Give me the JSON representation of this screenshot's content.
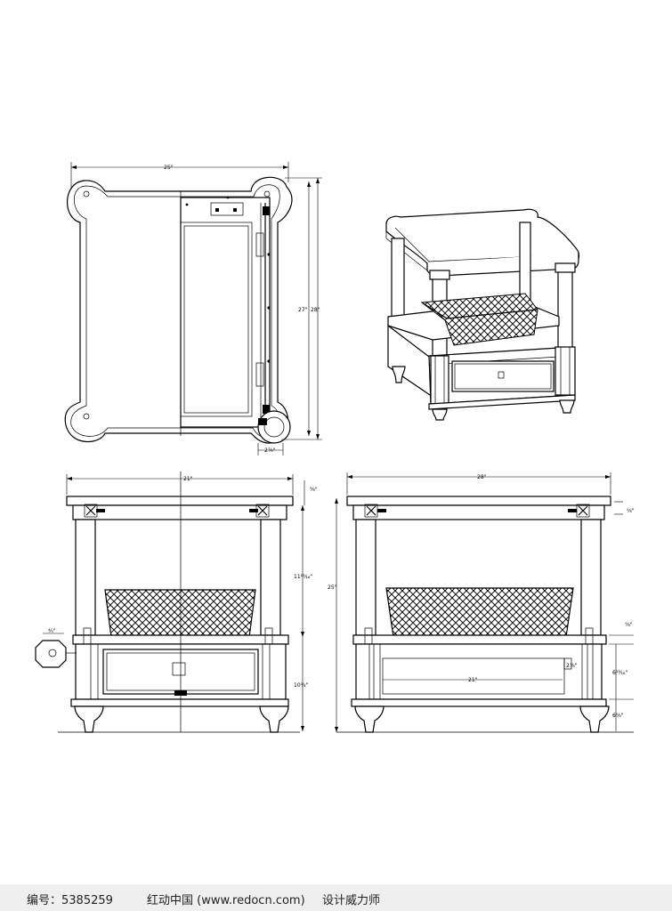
{
  "dimensions": {
    "top_width": "25\"",
    "top_depth_outer": "28\"",
    "top_depth_inner": "27\"",
    "corner": "2⅞\"",
    "front_width": "21\"",
    "side_width": "28\"",
    "top_thickness": "⅝\"",
    "side_top": "⅝\"",
    "upper_height": "11¹³⁄₁₆\"",
    "total_height": "25\"",
    "drawer_height": "10¾\"",
    "leg_detail": "⁴⁄₅\"",
    "shelf_thickness": "⅝\"",
    "drawer_inner_width": "21\"",
    "drawer_offset": "2⅞\"",
    "drawer_front_h": "6¹³⁄₁₆\"",
    "foot_height": "6⅝\""
  },
  "footer": {
    "id_label": "编号：5385259",
    "site": "红动中国 (www.redocn.com)",
    "slogan": "设计威力师"
  },
  "colors": {
    "line": "#000000",
    "paper": "#ffffff",
    "footer_bg": "#efefef"
  }
}
